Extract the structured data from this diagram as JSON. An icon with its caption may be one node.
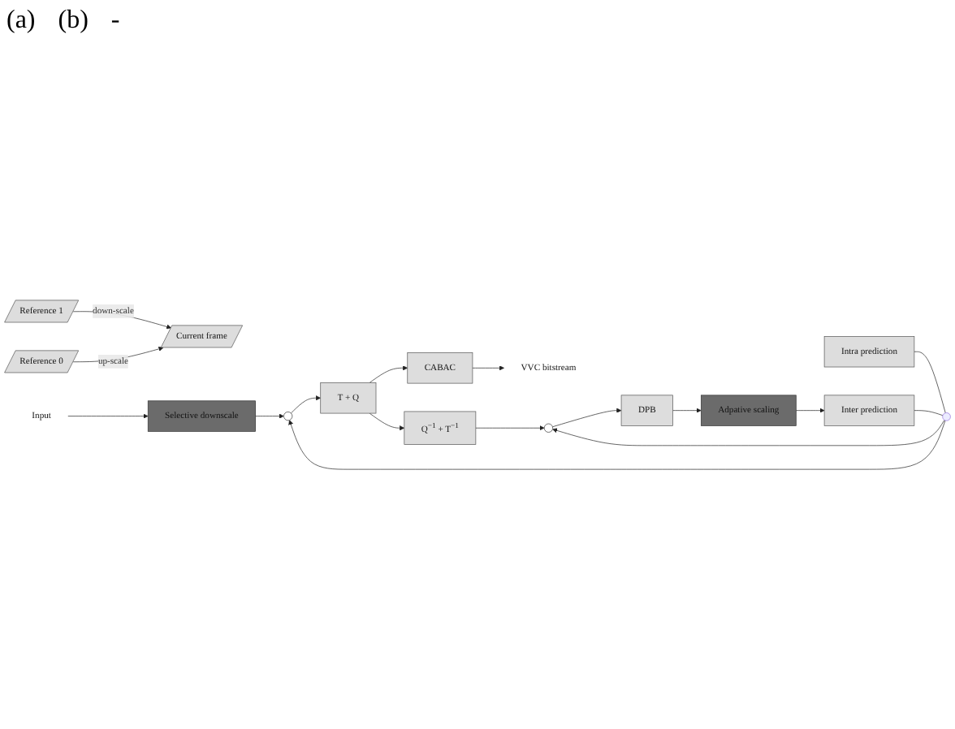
{
  "diagram": {
    "nodes": [
      {
        "text": [
          "Reference 1"
        ]
      },
      {
        "text": [
          "Reference 0"
        ]
      },
      {
        "text": [
          "Current frame"
        ]
      },
      {
        "text": [
          "Input"
        ]
      },
      {
        "text": [
          "Selective downscale"
        ]
      },
      {
        "text": [],
        "shape": "circle"
      },
      {
        "text": [
          "T + Q"
        ]
      },
      {
        "text": [
          "CABAC"
        ]
      },
      {
        "text": [
          "VVC bitstream"
        ]
      },
      {
        "text": [
          "Intra prediction"
        ]
      },
      {
        "text": [],
        "shape": "circle"
      },
      {
        "text": [
          "Q$^{−1}$ + T$^{−1}$"
        ]
      },
      {
        "text": [
          "Inter prediction"
        ]
      },
      {
        "text": [],
        "shape": "circle"
      },
      {
        "text": [
          "DPB"
        ]
      },
      {
        "text": [
          "Adpative scaling"
        ]
      }
    ],
    "edges": [
      {
        "from": 0,
        "to": 2,
        "arrow": "to",
        "label": "down-scale"
      },
      {
        "from": 1,
        "to": 2,
        "arrow": "to",
        "label": "up-scale"
      },
      {
        "from": 3,
        "to": 4,
        "arrow": "to"
      },
      {
        "from": 4,
        "to": 5,
        "arrow": "to"
      },
      {
        "from": 5,
        "to": 6,
        "arrow": "to"
      },
      {
        "from": 6,
        "to": 7,
        "arrow": "to"
      },
      {
        "from": 7,
        "to": 8,
        "arrow": "to"
      },
      {
        "from": 6,
        "to": 11,
        "arrow": "to"
      },
      {
        "from": 11,
        "to": 13,
        "arrow": "to"
      },
      {
        "from": 13,
        "to": 14,
        "arrow": "to"
      },
      {
        "from": 14,
        "to": 15,
        "arrow": "to"
      },
      {
        "from": 15,
        "to": 12,
        "arrow": "to"
      },
      {
        "from": 9,
        "to": 10,
        "arrow": "none"
      },
      {
        "from": 12,
        "to": 10,
        "arrow": "none"
      },
      {
        "from": 10,
        "to": 5,
        "arrow": "to"
      },
      {
        "from": 10,
        "to": 13,
        "arrow": "to"
      }
    ],
    "labels": [
      "(a)",
      "(b)",
      "-"
    ]
  }
}
